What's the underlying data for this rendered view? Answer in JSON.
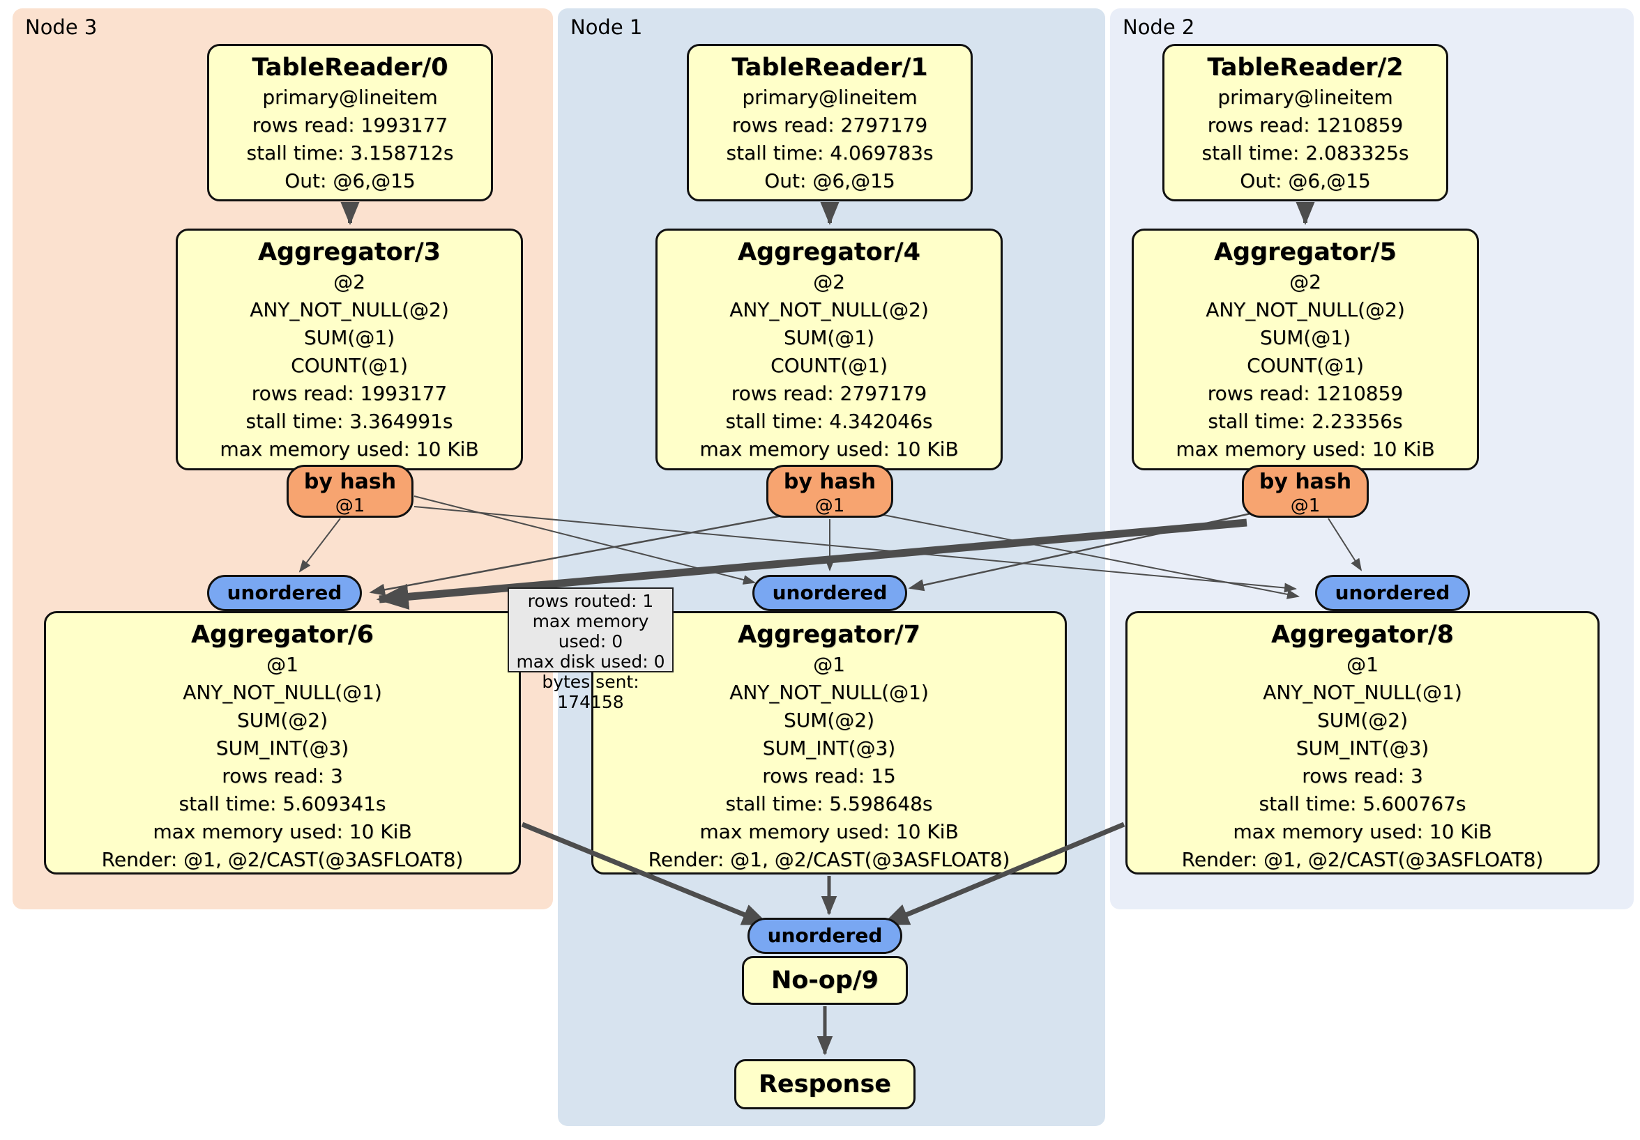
{
  "panels": {
    "node3": {
      "label": "Node 3"
    },
    "node1": {
      "label": "Node 1"
    },
    "node2": {
      "label": "Node 2"
    }
  },
  "processors": {
    "tr0": {
      "title": "TableReader/0",
      "lines": [
        "primary@lineitem",
        "rows read: 1993177",
        "stall time: 3.158712s",
        "Out: @6,@15"
      ]
    },
    "tr1": {
      "title": "TableReader/1",
      "lines": [
        "primary@lineitem",
        "rows read: 2797179",
        "stall time: 4.069783s",
        "Out: @6,@15"
      ]
    },
    "tr2": {
      "title": "TableReader/2",
      "lines": [
        "primary@lineitem",
        "rows read: 1210859",
        "stall time: 2.083325s",
        "Out: @6,@15"
      ]
    },
    "agg3": {
      "title": "Aggregator/3",
      "lines": [
        "@2",
        "ANY_NOT_NULL(@2)",
        "SUM(@1)",
        "COUNT(@1)",
        "rows read: 1993177",
        "stall time: 3.364991s",
        "max memory used: 10 KiB"
      ]
    },
    "agg4": {
      "title": "Aggregator/4",
      "lines": [
        "@2",
        "ANY_NOT_NULL(@2)",
        "SUM(@1)",
        "COUNT(@1)",
        "rows read: 2797179",
        "stall time: 4.342046s",
        "max memory used: 10 KiB"
      ]
    },
    "agg5": {
      "title": "Aggregator/5",
      "lines": [
        "@2",
        "ANY_NOT_NULL(@2)",
        "SUM(@1)",
        "COUNT(@1)",
        "rows read: 1210859",
        "stall time: 2.23356s",
        "max memory used: 10 KiB"
      ]
    },
    "agg6": {
      "title": "Aggregator/6",
      "lines": [
        "@1",
        "ANY_NOT_NULL(@1)",
        "SUM(@2)",
        "SUM_INT(@3)",
        "rows read: 3",
        "stall time: 5.609341s",
        "max memory used: 10 KiB",
        "Render: @1, @2/CAST(@3ASFLOAT8)"
      ]
    },
    "agg7": {
      "title": "Aggregator/7",
      "lines": [
        "@1",
        "ANY_NOT_NULL(@1)",
        "SUM(@2)",
        "SUM_INT(@3)",
        "rows read: 15",
        "stall time: 5.598648s",
        "max memory used: 10 KiB",
        "Render: @1, @2/CAST(@3ASFLOAT8)"
      ]
    },
    "agg8": {
      "title": "Aggregator/8",
      "lines": [
        "@1",
        "ANY_NOT_NULL(@1)",
        "SUM(@2)",
        "SUM_INT(@3)",
        "rows read: 3",
        "stall time: 5.600767s",
        "max memory used: 10 KiB",
        "Render: @1, @2/CAST(@3ASFLOAT8)"
      ]
    },
    "noop": {
      "title": "No-op/9"
    },
    "response": {
      "title": "Response"
    }
  },
  "router": {
    "label": "by hash",
    "detail": "@1"
  },
  "sync": {
    "label": "unordered"
  },
  "tooltip": {
    "lines": [
      "rows routed: 1",
      "max memory used: 0",
      "max disk used: 0",
      "bytes sent: 174158"
    ]
  },
  "edges": [
    {
      "from": "TableReader/0",
      "to": "Aggregator/3"
    },
    {
      "from": "TableReader/1",
      "to": "Aggregator/4"
    },
    {
      "from": "TableReader/2",
      "to": "Aggregator/5"
    },
    {
      "from": "by-hash-node3",
      "to": "unordered-node3"
    },
    {
      "from": "by-hash-node3",
      "to": "unordered-node1"
    },
    {
      "from": "by-hash-node3",
      "to": "unordered-node2"
    },
    {
      "from": "by-hash-node1",
      "to": "unordered-node3"
    },
    {
      "from": "by-hash-node1",
      "to": "unordered-node1"
    },
    {
      "from": "by-hash-node1",
      "to": "unordered-node2"
    },
    {
      "from": "by-hash-node2",
      "to": "unordered-node3",
      "thick": true
    },
    {
      "from": "by-hash-node2",
      "to": "unordered-node1"
    },
    {
      "from": "by-hash-node2",
      "to": "unordered-node2"
    },
    {
      "from": "Aggregator/6",
      "to": "unordered-final"
    },
    {
      "from": "Aggregator/7",
      "to": "unordered-final"
    },
    {
      "from": "Aggregator/8",
      "to": "unordered-final"
    },
    {
      "from": "No-op/9",
      "to": "Response"
    }
  ],
  "colors": {
    "processor_fill": "#ffffc9",
    "router_fill": "#f7a470",
    "sync_fill": "#79a7f2",
    "node3_bg": "#fbe1cf",
    "node1_bg": "#d7e3ef",
    "node2_bg": "#e9eef8",
    "tooltip_bg": "#e8e8e8",
    "edge": "#4d4d4d"
  }
}
